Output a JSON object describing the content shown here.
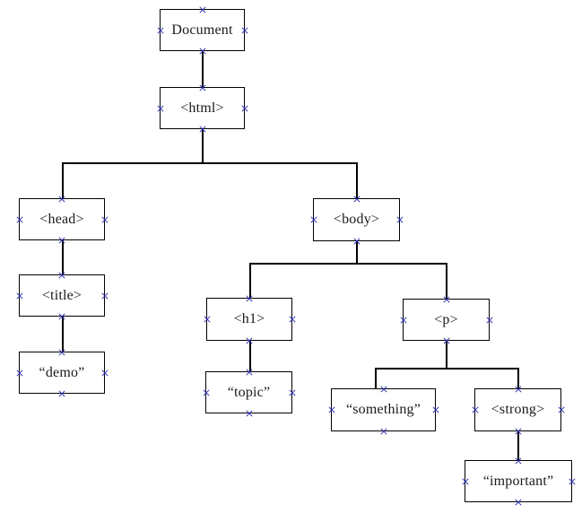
{
  "diagram": {
    "type": "tree",
    "description_of_marker_icon": "x-connection-point",
    "colors": {
      "background": "#ffffff",
      "box_border": "#000000",
      "connector_line": "#000000",
      "label_text": "#1a1a1a",
      "connection_point": "#2c2cb4"
    },
    "nodes": [
      {
        "id": "document",
        "label": "Document"
      },
      {
        "id": "html",
        "label": "<html>"
      },
      {
        "id": "head",
        "label": "<head>"
      },
      {
        "id": "body",
        "label": "<body>"
      },
      {
        "id": "title",
        "label": "<title>"
      },
      {
        "id": "demo",
        "label": "“demo”"
      },
      {
        "id": "h1",
        "label": "<h1>"
      },
      {
        "id": "p",
        "label": "<p>"
      },
      {
        "id": "topic",
        "label": "“topic”"
      },
      {
        "id": "something",
        "label": "“something”"
      },
      {
        "id": "strong",
        "label": "<strong>"
      },
      {
        "id": "important",
        "label": "“important”"
      }
    ],
    "edges": [
      {
        "from": "document",
        "to": "html"
      },
      {
        "from": "html",
        "to": "head"
      },
      {
        "from": "html",
        "to": "body"
      },
      {
        "from": "head",
        "to": "title"
      },
      {
        "from": "title",
        "to": "demo"
      },
      {
        "from": "body",
        "to": "h1"
      },
      {
        "from": "body",
        "to": "p"
      },
      {
        "from": "h1",
        "to": "topic"
      },
      {
        "from": "p",
        "to": "something"
      },
      {
        "from": "p",
        "to": "strong"
      },
      {
        "from": "strong",
        "to": "important"
      }
    ]
  }
}
